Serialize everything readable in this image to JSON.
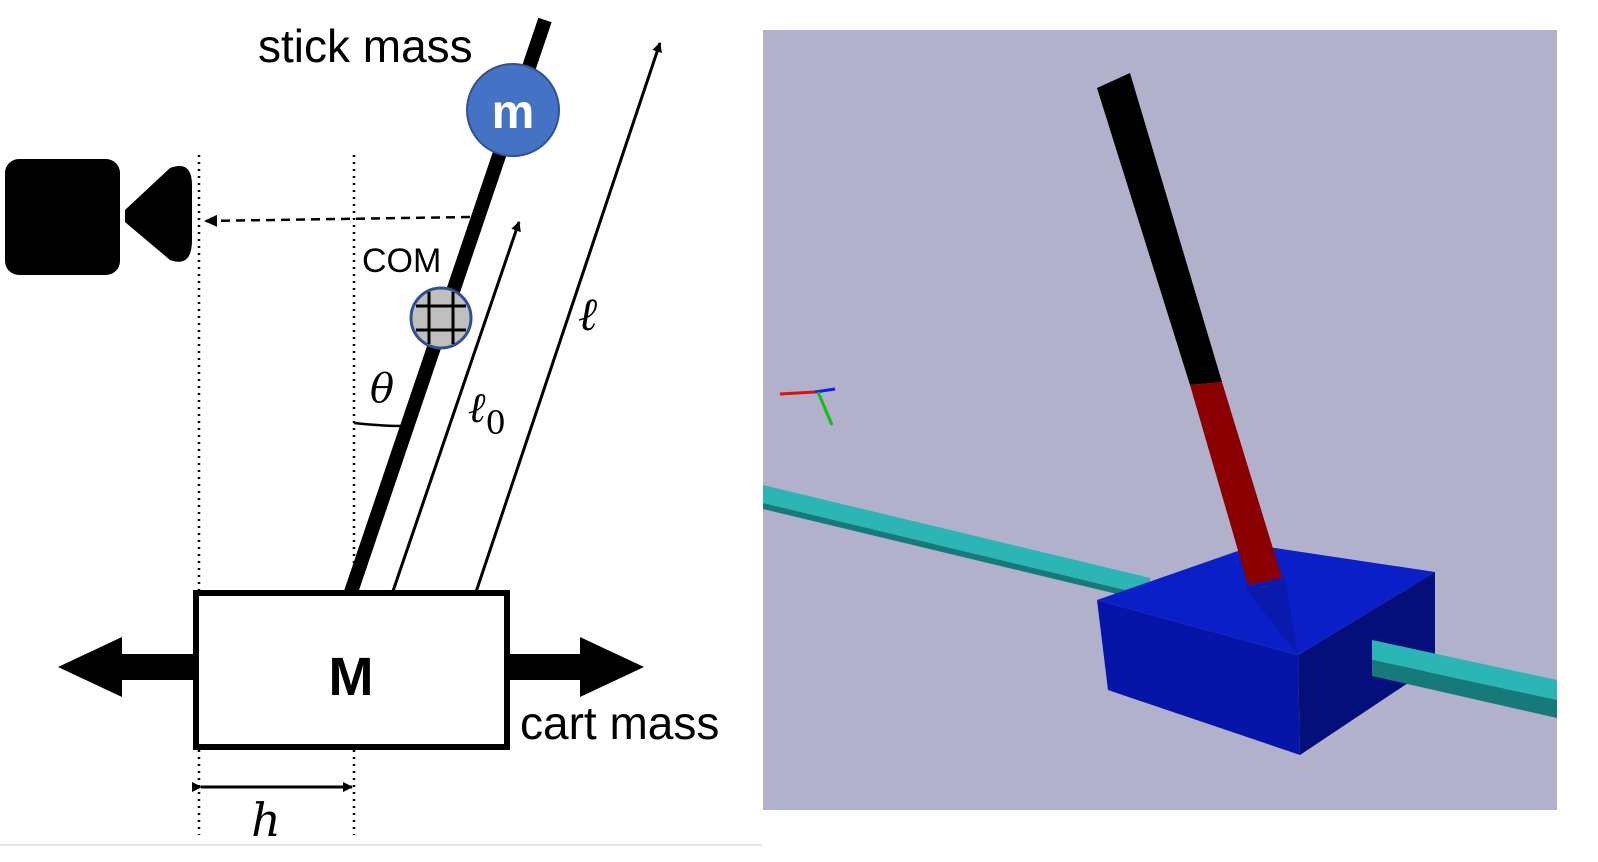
{
  "labels": {
    "stick_mass": "stick mass",
    "stick_mass_symbol": "m",
    "com": "COM",
    "theta": "θ",
    "length_full": "ℓ",
    "length_com_base": "ℓ",
    "length_com_sub": "0",
    "cart_symbol": "M",
    "cart_mass": "cart mass",
    "offset_h": "h"
  },
  "colors": {
    "mass_circle": "#4472c4",
    "com_fill": "#bfbfbf",
    "sim_background": "#b1b1cc",
    "pole_upper": "#000000",
    "pole_lower": "#8b0000",
    "cart_top": "#0a1fc8",
    "cart_front": "#0614a8",
    "cart_side": "#040f7a",
    "rail_light": "#2bb5b5",
    "rail_dark": "#167a7a"
  },
  "icons": {
    "camera": "video-camera-icon",
    "left_arrow": "arrow-left-icon",
    "right_arrow": "arrow-right-icon",
    "axes": "xyz-axes-icon"
  }
}
